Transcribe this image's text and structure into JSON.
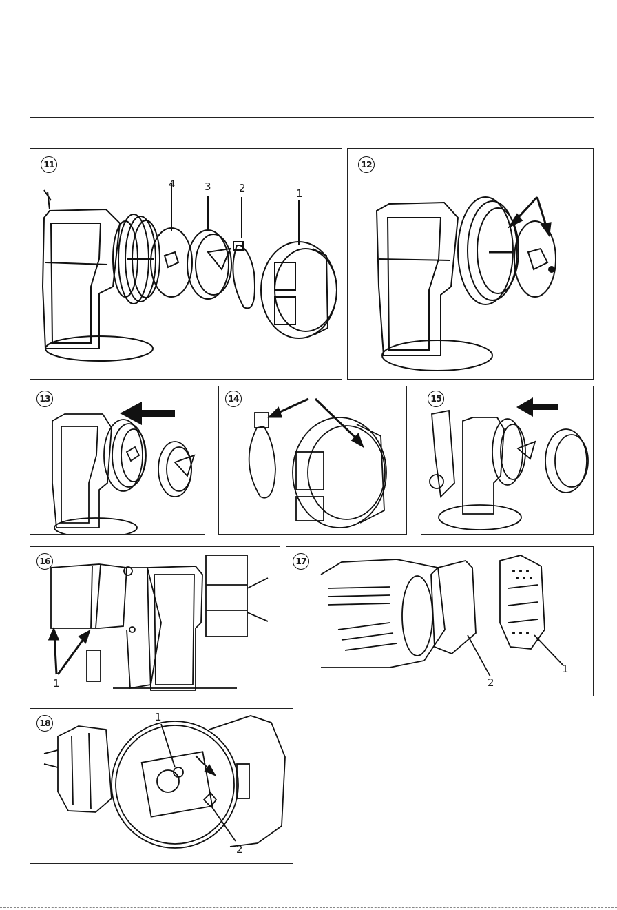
{
  "figures": [
    {
      "id": "fig11",
      "number": "11",
      "callouts": [
        "4",
        "3",
        "2",
        "1"
      ]
    },
    {
      "id": "fig12",
      "number": "12",
      "callouts": []
    },
    {
      "id": "fig13",
      "number": "13",
      "callouts": []
    },
    {
      "id": "fig14",
      "number": "14",
      "callouts": []
    },
    {
      "id": "fig15",
      "number": "15",
      "callouts": []
    },
    {
      "id": "fig16",
      "number": "16",
      "callouts": [
        "1"
      ]
    },
    {
      "id": "fig17",
      "number": "17",
      "callouts": [
        "2",
        "1"
      ]
    },
    {
      "id": "fig18",
      "number": "18",
      "callouts": [
        "1",
        "2"
      ]
    }
  ],
  "icons": {
    "arrow": "arrow-icon",
    "spray_gun": "spray-gun-icon",
    "nozzle_ring": "nozzle-ring-icon",
    "air_cap": "air-cap-icon"
  }
}
